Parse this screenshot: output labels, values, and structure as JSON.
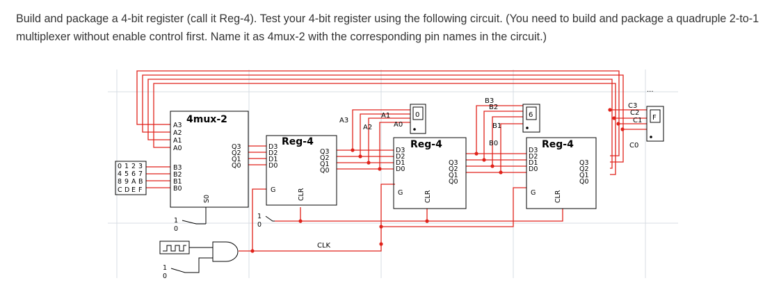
{
  "prompt": {
    "text": "Build and package a 4-bit register (call it Reg-4). Test your 4-bit register using the following circuit. (You need to build and package a quadruple 2-to-1 multiplexer without enable control first. Name it as 4mux-2 with the corresponding pin names in the circuit.)"
  },
  "mux": {
    "title": "4mux-2",
    "inputs_a": [
      "A3",
      "A2",
      "A1",
      "A0"
    ],
    "inputs_b": [
      "B3",
      "B2",
      "B1",
      "B0"
    ],
    "outputs": [
      "Q3",
      "Q2",
      "Q1",
      "Q0"
    ],
    "select": "S0"
  },
  "registers": [
    {
      "title": "Reg-4",
      "inputs": [
        "D3",
        "D2",
        "D1",
        "D0"
      ],
      "outputs": [
        "Q3",
        "Q2",
        "Q1",
        "Q0"
      ],
      "clock": "G",
      "clear": "CLR"
    },
    {
      "title": "Reg-4",
      "inputs": [
        "D3",
        "D2",
        "D1",
        "D0"
      ],
      "outputs": [
        "Q3",
        "Q2",
        "Q1",
        "Q0"
      ],
      "clock": "G",
      "clear": "CLR"
    },
    {
      "title": "Reg-4",
      "inputs": [
        "D3",
        "D2",
        "D1",
        "D0"
      ],
      "outputs": [
        "Q3",
        "Q2",
        "Q1",
        "Q0"
      ],
      "clock": "G",
      "clear": "CLR"
    }
  ],
  "hex_keypad": {
    "keys": [
      "0",
      "1",
      "2",
      "3",
      "4",
      "5",
      "6",
      "7",
      "8",
      "9",
      "A",
      "B",
      "C",
      "D",
      "E",
      "F"
    ]
  },
  "displays": [
    {
      "value": "0",
      "labels": [
        "A3",
        "A2",
        "A1",
        "A0"
      ]
    },
    {
      "value": "6",
      "labels": [
        "B3",
        "B2",
        "B1",
        "B0"
      ]
    },
    {
      "value": "F",
      "labels": [
        "C3",
        "C2",
        "C1",
        "C0"
      ]
    }
  ],
  "switch_labels": {
    "one": "1",
    "zero": "0"
  },
  "clk_label": "CLK",
  "ellipsis": "...",
  "colors": {
    "wire": "#e0221a",
    "component": "#000000",
    "grid": "#d7dce3",
    "text": "#333333"
  }
}
